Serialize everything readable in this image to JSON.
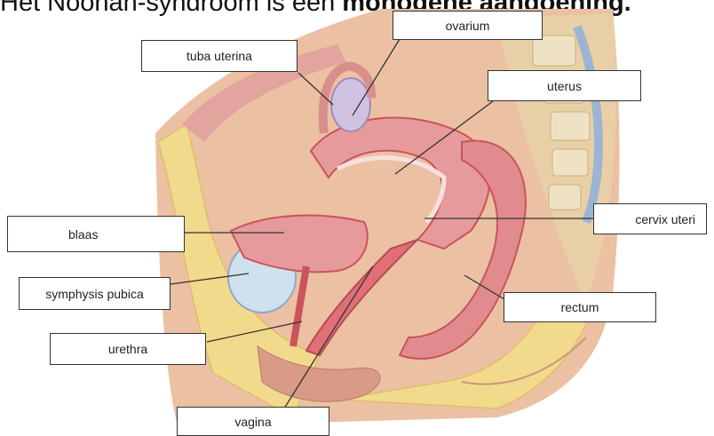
{
  "heading": {
    "prefix": "Het Noonan-syndroom is een ",
    "bold": "monogene aandoening."
  },
  "labels": {
    "ovarium": "ovarium",
    "tuba_uterina": "tuba uterina",
    "uterus": "uterus",
    "blaas": "blaas",
    "cervix_uteri": "cervix uteri",
    "symphysis_pubica": "symphysis pubica",
    "rectum": "rectum",
    "urethra": "urethra",
    "vagina": "vagina"
  },
  "colors": {
    "skin": "#e9b99a",
    "fat": "#f1d98a",
    "muscle": "#e6a6a4",
    "organ": "#e79a9c",
    "organ_dark": "#c9545c",
    "bone": "#efe2c4",
    "cartilage": "#c9dceb",
    "leader": "#333333"
  }
}
